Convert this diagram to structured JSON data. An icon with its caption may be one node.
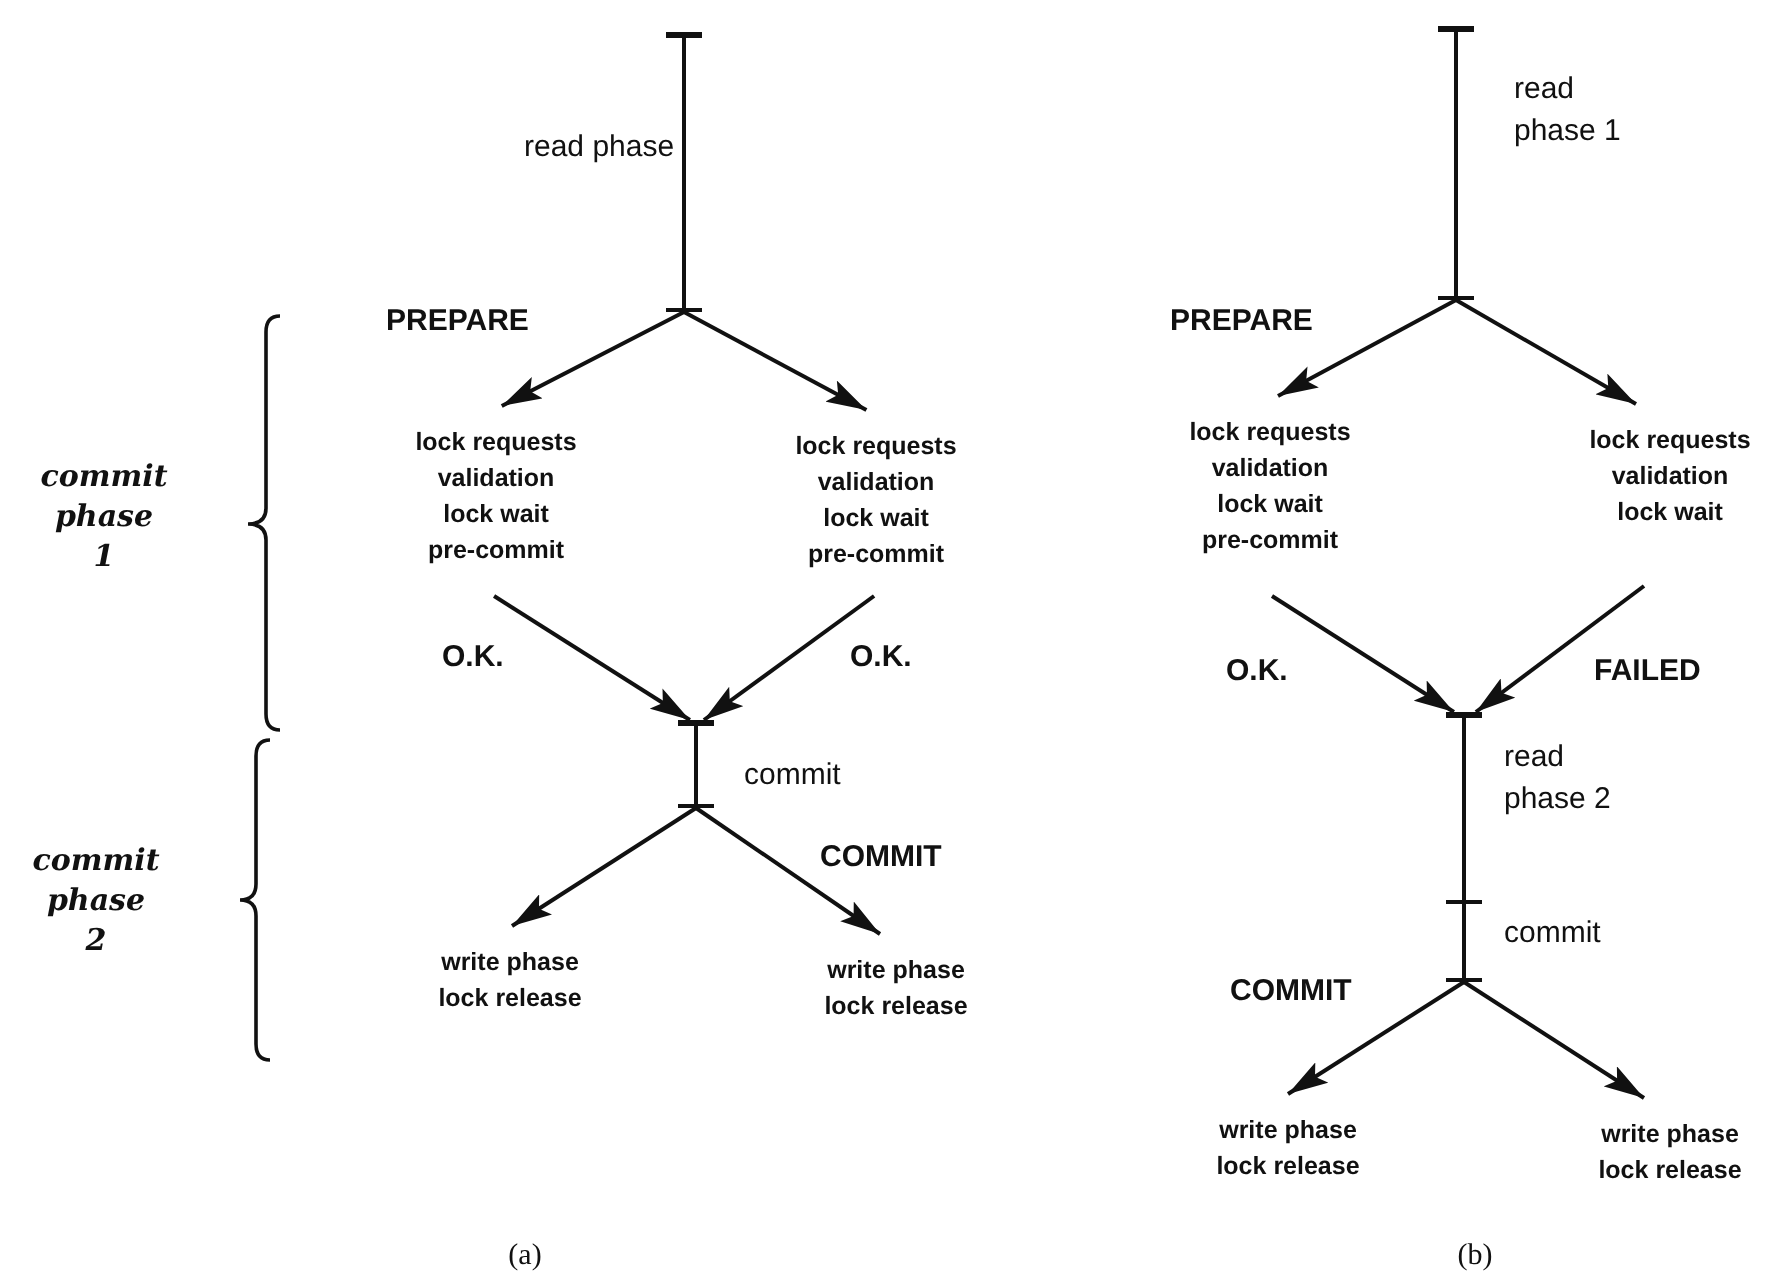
{
  "diagram": {
    "nodes": [
      {
        "text": [],
        "shape": "bar"
      },
      {
        "text": [],
        "shape": "bar"
      },
      {
        "text": [
          "lock requests validation lock wait pre-commit"
        ]
      },
      {
        "text": [
          "lock requests validation lock wait pre-commit"
        ]
      },
      {
        "text": [],
        "shape": "bar"
      },
      {
        "text": [],
        "shape": "bar"
      },
      {
        "text": [
          "write phase lock release"
        ]
      },
      {
        "text": [
          "write phase lock release"
        ]
      },
      {
        "text": [],
        "shape": "bar"
      },
      {
        "text": [],
        "shape": "bar"
      },
      {
        "text": [
          "lock requests validation lock wait pre-commit"
        ]
      },
      {
        "text": [
          "lock requests validation lock wait"
        ]
      },
      {
        "text": [],
        "shape": "bar"
      },
      {
        "text": [],
        "shape": "bar"
      },
      {
        "text": [],
        "shape": "bar"
      },
      {
        "text": [
          "write phase lock release"
        ]
      },
      {
        "text": [
          "write phase lock release"
        ]
      }
    ],
    "edges": [
      {
        "from": 0,
        "to": 1,
        "arrow": "none",
        "label": "read phase"
      },
      {
        "from": 1,
        "to": 2,
        "arrow": "to",
        "label": "PREPARE"
      },
      {
        "from": 1,
        "to": 3,
        "arrow": "to"
      },
      {
        "from": 2,
        "to": 4,
        "arrow": "to",
        "label": "O.K."
      },
      {
        "from": 3,
        "to": 4,
        "arrow": "to",
        "label": "O.K."
      },
      {
        "from": 4,
        "to": 5,
        "arrow": "none",
        "label": "commit"
      },
      {
        "from": 5,
        "to": 6,
        "arrow": "to"
      },
      {
        "from": 5,
        "to": 7,
        "arrow": "to",
        "label": "COMMIT"
      },
      {
        "from": 8,
        "to": 9,
        "arrow": "none",
        "label": "read phase 1"
      },
      {
        "from": 9,
        "to": 10,
        "arrow": "to",
        "label": "PREPARE"
      },
      {
        "from": 9,
        "to": 11,
        "arrow": "to"
      },
      {
        "from": 10,
        "to": 12,
        "arrow": "to",
        "label": "O.K."
      },
      {
        "from": 11,
        "to": 12,
        "arrow": "to",
        "label": "FAILED"
      },
      {
        "from": 12,
        "to": 13,
        "arrow": "none",
        "label": "read phase 2"
      },
      {
        "from": 13,
        "to": 14,
        "arrow": "none",
        "label": "commit"
      },
      {
        "from": 14,
        "to": 15,
        "arrow": "to",
        "label": "COMMIT"
      },
      {
        "from": 14,
        "to": 16,
        "arrow": "to"
      }
    ],
    "labels": [
      "commit phase 1",
      "commit phase 2",
      "(a)",
      "(b)"
    ]
  }
}
